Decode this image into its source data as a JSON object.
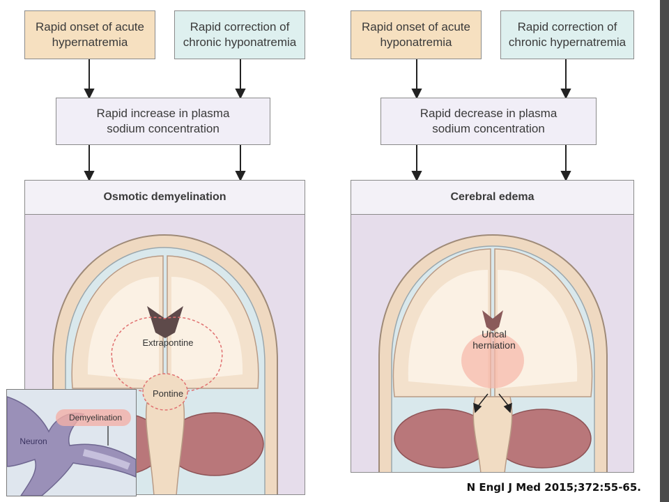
{
  "left": {
    "cause1": "Rapid onset of acute\nhypernatremia",
    "cause2": "Rapid correction of\nchronic hyponatremia",
    "mechanism": "Rapid increase in plasma\nsodium concentration",
    "outcome": "Osmotic demyelination",
    "label_extrapontine": "Extrapontine",
    "label_pontine": "Pontine",
    "inset_label_demyelination": "Demyelination",
    "inset_label_neuron": "Neuron"
  },
  "right": {
    "cause1": "Rapid onset of acute\nhyponatremia",
    "cause2": "Rapid correction of\nchronic hypernatremia",
    "mechanism": "Rapid decrease in plasma\nsodium concentration",
    "outcome": "Cerebral edema",
    "label_uncal": "Uncal\nherniation"
  },
  "citation": "N Engl J Med 2015;372:55-65.",
  "colors": {
    "tan": "#f6e0c0",
    "aqua": "#def0ef",
    "lavender": "#f1eef7",
    "panel_bg": "#e6ddeb",
    "sidebar": "#4a4a4a"
  }
}
